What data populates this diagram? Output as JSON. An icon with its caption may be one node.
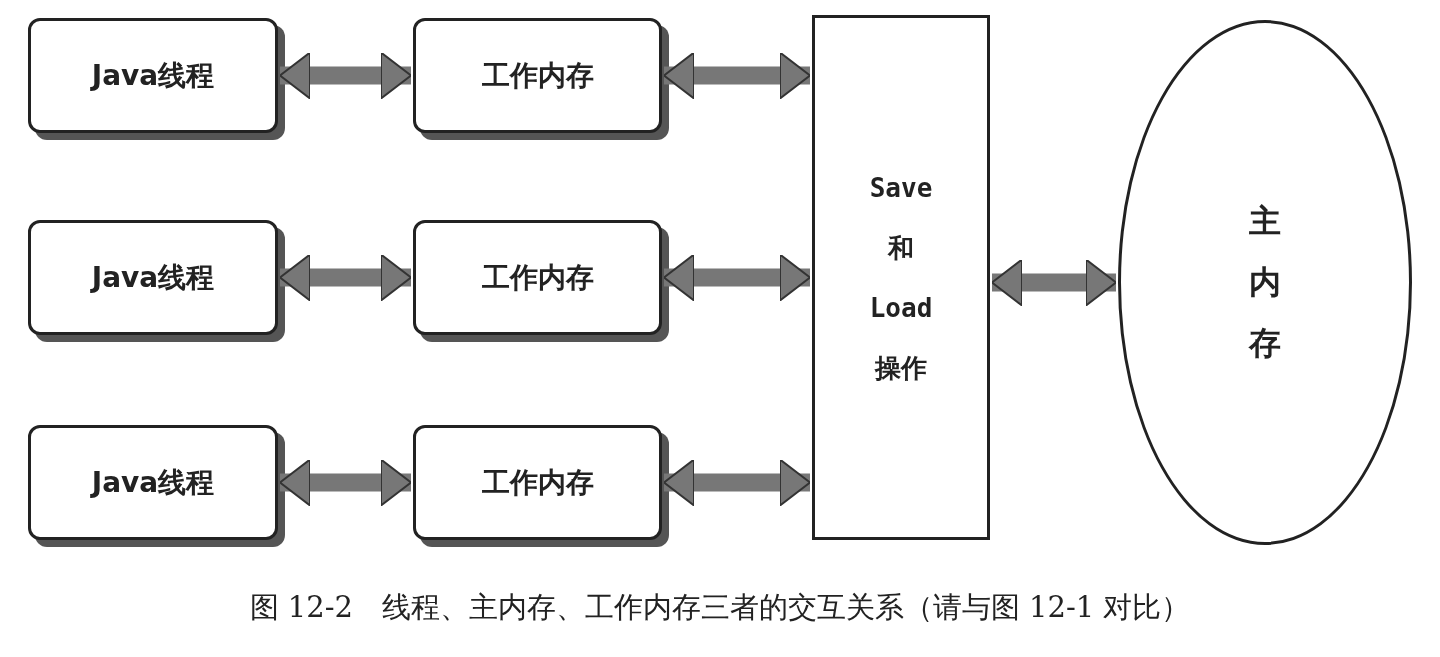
{
  "diagram": {
    "caption": "图 12-2　线程、主内存、工作内存三者的交互关系（请与图 12-1 对比）",
    "nodes": [
      {
        "text": [
          "Java线程"
        ]
      },
      {
        "text": [
          "Java线程"
        ]
      },
      {
        "text": [
          "Java线程"
        ]
      },
      {
        "text": [
          "工作内存"
        ]
      },
      {
        "text": [
          "工作内存"
        ]
      },
      {
        "text": [
          "工作内存"
        ]
      },
      {
        "text": [
          "Save 和 Load 操作"
        ]
      },
      {
        "text": [
          "主内存"
        ]
      }
    ],
    "edges": [
      {
        "from": 0,
        "to": 3,
        "arrow": "both"
      },
      {
        "from": 1,
        "to": 4,
        "arrow": "both"
      },
      {
        "from": 2,
        "to": 5,
        "arrow": "both"
      },
      {
        "from": 3,
        "to": 6,
        "arrow": "both"
      },
      {
        "from": 4,
        "to": 6,
        "arrow": "both"
      },
      {
        "from": 5,
        "to": 6,
        "arrow": "both"
      },
      {
        "from": 6,
        "to": 7,
        "arrow": "both"
      }
    ]
  }
}
